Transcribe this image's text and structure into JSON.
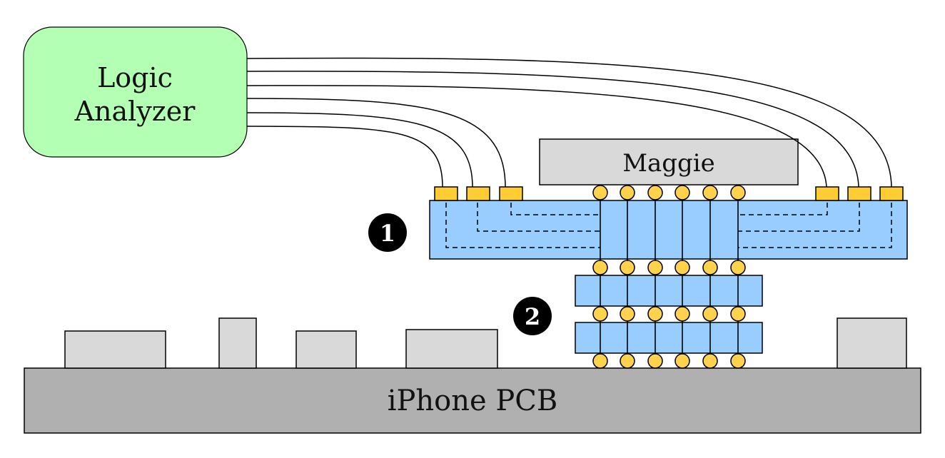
{
  "analyzer": {
    "line1": "Logic",
    "line2": "Analyzer",
    "color": "#b3ffb3"
  },
  "chip": {
    "label": "Maggie",
    "color": "#d9d9d9"
  },
  "pcb": {
    "label": "iPhone PCB",
    "color": "#b0b0b0"
  },
  "badges": {
    "one": "❶",
    "two": "❷",
    "one_text": "1",
    "two_text": "2"
  },
  "colors": {
    "interposer": "#99ccff",
    "solder_ball": "#ffd24d",
    "probe_pad": "#ffcc33",
    "component": "#d9d9d9"
  }
}
